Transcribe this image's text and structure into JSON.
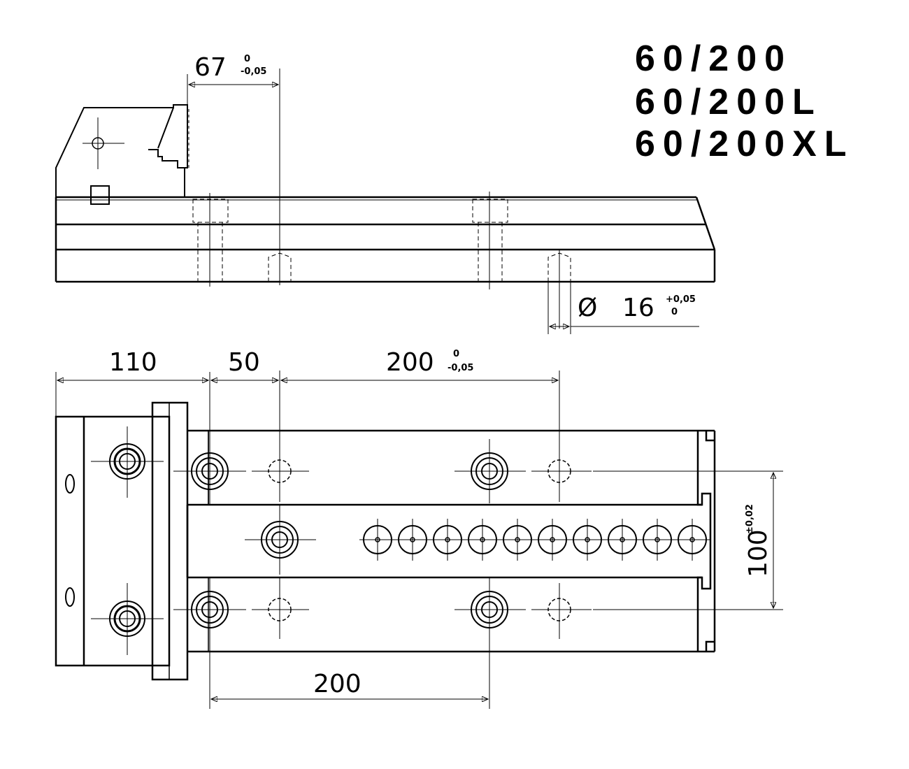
{
  "models": [
    "60/200",
    "60/200L",
    "60/200XL"
  ],
  "dimensions": {
    "side_jaw_offset": {
      "value": "67",
      "tol_upper": "0",
      "tol_lower": "-0,05"
    },
    "bore_diameter": {
      "symbol": "Ø",
      "value": "16",
      "tol_upper": "+0,05",
      "tol_lower": "0"
    },
    "body_length": {
      "value": "110"
    },
    "first_hole": {
      "value": "50"
    },
    "hole_pitch": {
      "value": "200",
      "tol_upper": "0",
      "tol_lower": "-0,05"
    },
    "rail_spacing": {
      "value": "100",
      "tol": "±0,02"
    },
    "lower_pitch": {
      "value": "200"
    }
  }
}
